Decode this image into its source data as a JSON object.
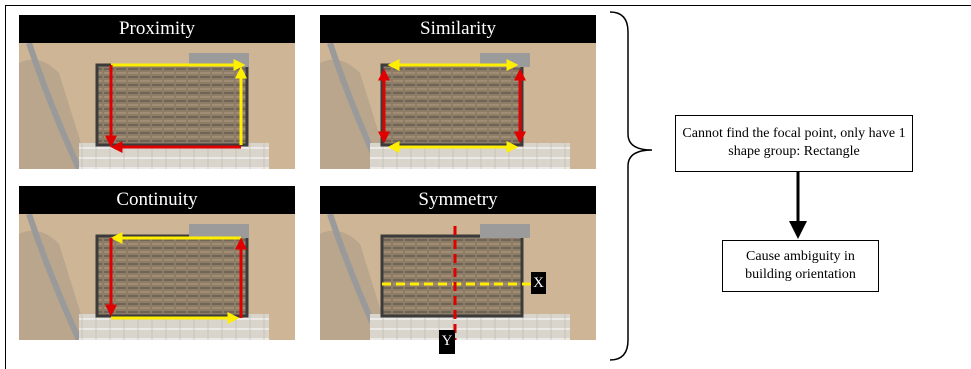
{
  "panels": [
    {
      "title": "Proximity"
    },
    {
      "title": "Similarity"
    },
    {
      "title": "Continuity"
    },
    {
      "title": "Symmetry"
    }
  ],
  "axis_labels": {
    "x": "X",
    "y": "Y"
  },
  "notes": {
    "focal": "Cannot find the focal point, only have 1 shape group: Rectangle",
    "ambiguity": "Cause ambiguity in building orientation"
  },
  "colors": {
    "red_arrow": "#e00000",
    "yellow_arrow": "#ffee00",
    "header_bg": "#000000"
  }
}
